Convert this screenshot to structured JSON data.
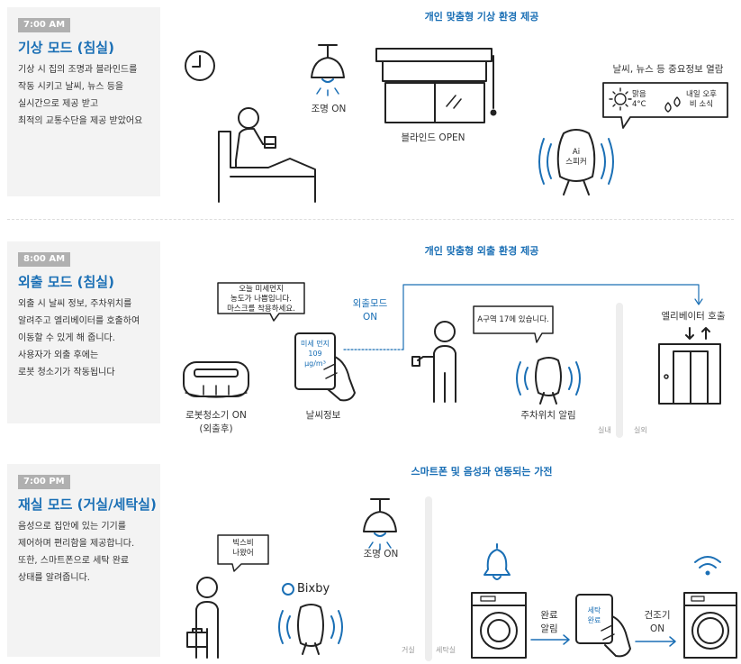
{
  "colors": {
    "accent": "#1a6fb5",
    "panel": "#f3f3f3",
    "badge": "#b0b0b0",
    "stroke": "#222"
  },
  "sections": [
    {
      "time": "7:00 AM",
      "title": "기상 모드 (침실)",
      "desc": [
        "기상 시 집의 조명과 블라인드를",
        "작동 시키고 날씨, 뉴스 등을",
        "실시간으로 제공 받고",
        "최적의 교통수단을 제공 받았어요"
      ],
      "heading": "개인 맞춤형 기상 환경 제공",
      "light_label": "조명 ON",
      "blind_label": "블라인드 OPEN",
      "info_label": "날씨, 뉴스 등 중요정보 열람",
      "weather_text": [
        "맑음",
        "4°C"
      ],
      "news_text": [
        "내일 오후",
        "비 소식"
      ],
      "speaker_text": [
        "Ai",
        "스피커"
      ]
    },
    {
      "time": "8:00 AM",
      "title": "외출 모드 (침실)",
      "desc": [
        "외출 시 날씨 정보, 주차위치를",
        "알려주고 엘리베이터를 호출하여",
        "이동할 수 있게 해 줍니다.",
        "사용자가 외출 후에는",
        "로봇 청소기가 작동됩니다"
      ],
      "heading": "개인 맞춤형 외출 환경 제공",
      "bubble_dust": [
        "오늘 미세먼지",
        "농도가 나쁨입니다.",
        "마스크를 착용하세요."
      ],
      "robot_label": [
        "로봇청소기 ON",
        "(외출후)"
      ],
      "phone_text": [
        "미세 먼지",
        "109",
        "μg/m³"
      ],
      "weather_label": "날씨정보",
      "out_mode": [
        "외출모드",
        "ON"
      ],
      "bubble_parking": "A구역 17에 있습니다.",
      "parking_label": "주차위치 알림",
      "elevator_label": "엘리베이터 호출",
      "inside": "실내",
      "outside": "실외"
    },
    {
      "time": "7:00 PM",
      "title": "재실 모드 (거실/세탁실)",
      "desc": [
        "음성으로 집안에 있는 기기를",
        "제어하며 편리함을 제공합니다.",
        "또한, 스마트폰으로 세탁 완료",
        "상태를 알려줍니다."
      ],
      "heading": "스마트폰 및 음성과 연동되는 가전",
      "bubble_bixby": [
        "빅스비",
        "나왔어"
      ],
      "bixby_logo": "Bixby",
      "light_label": "조명 ON",
      "living": "거실",
      "laundry": "세탁실",
      "done_label": [
        "완료",
        "알림"
      ],
      "phone_text": [
        "세탁",
        "완료"
      ],
      "dryer_label": [
        "건조기",
        "ON"
      ]
    }
  ]
}
